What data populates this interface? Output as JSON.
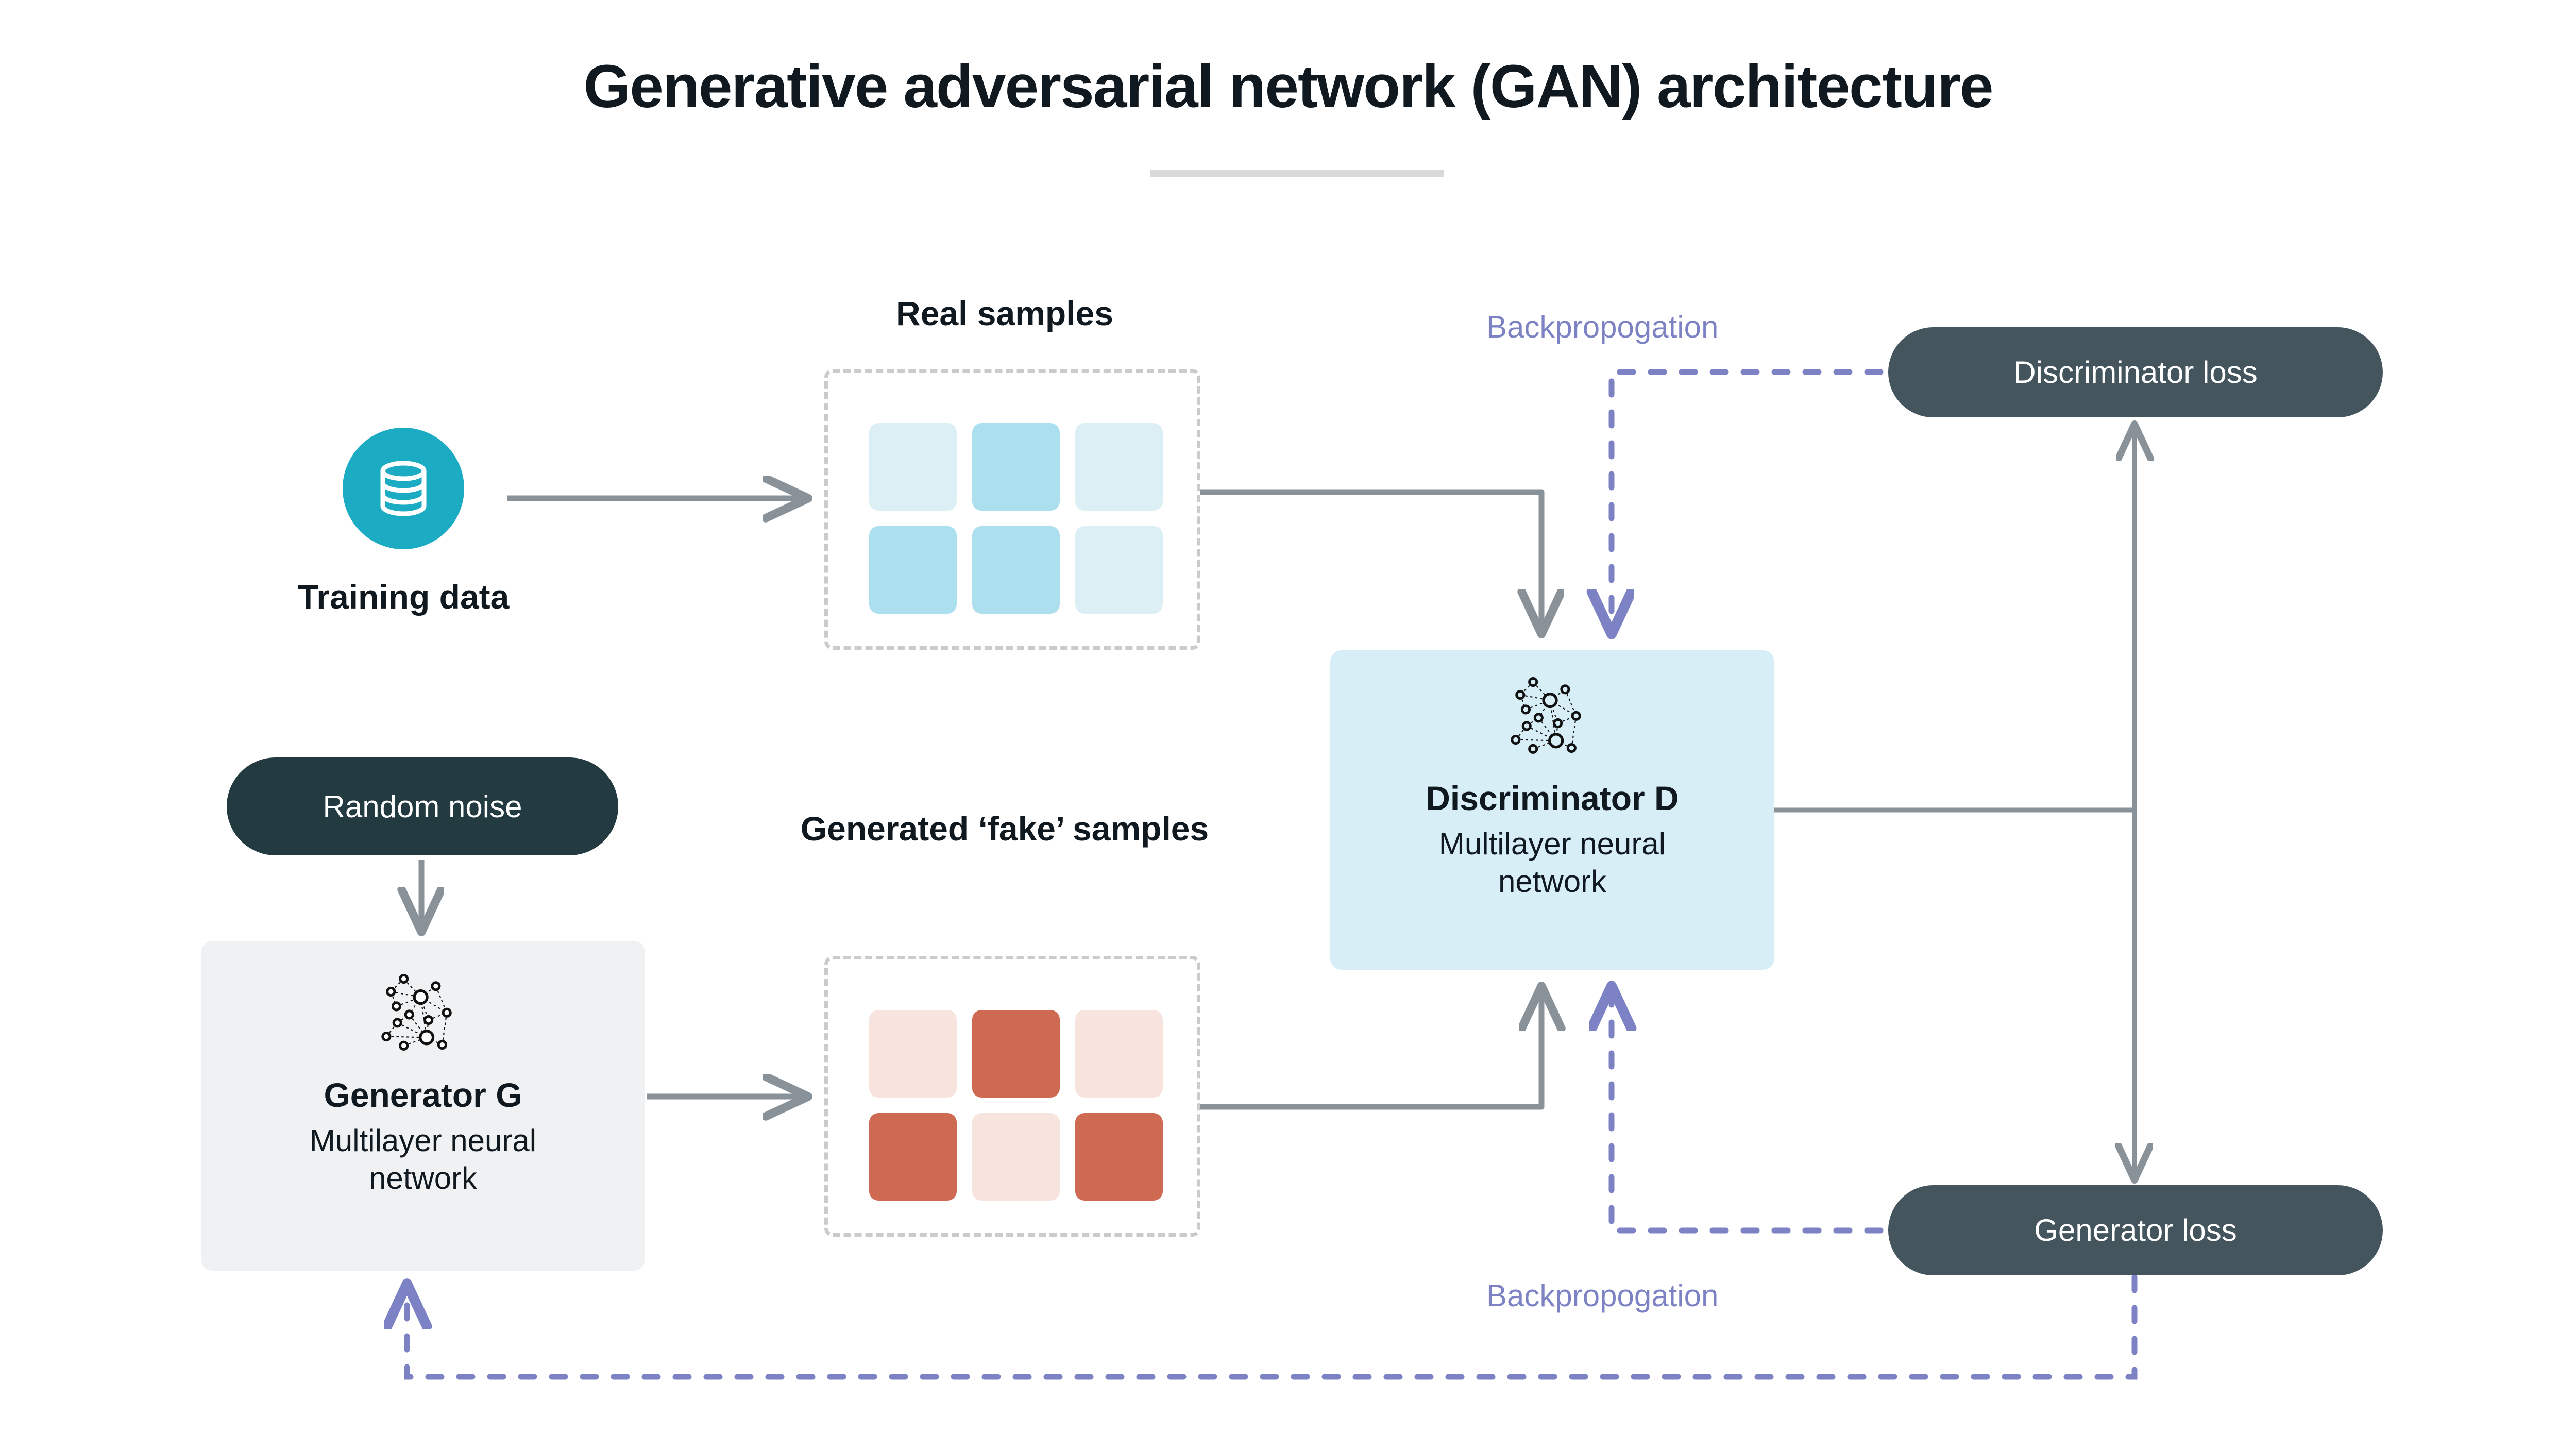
{
  "page": {
    "title": "Generative adversarial network (GAN) architecture",
    "background": "#ffffff"
  },
  "colors": {
    "teal_accent": "#1BABC3",
    "dark_pill": "#223A40",
    "slate_pill": "#44555E",
    "generator_box": "#EFF1F2",
    "discriminator_box": "#D7EEF7",
    "real_tile_light": "#DCEFF5",
    "real_tile_dark": "#ADE0EE",
    "fake_tile_light": "#F7E4DE",
    "fake_tile_dark": "#CE6A52",
    "arrow_gray": "#8A9299",
    "backprop_purple": "#7C82C4",
    "dashed_border": "#c9cbcd",
    "title_rule": "#d9d9d9"
  },
  "training_data": {
    "label": "Training data",
    "icon": "database-icon"
  },
  "random_noise": {
    "label": "Random noise"
  },
  "generator": {
    "title": "Generator G",
    "subtitle": "Multilayer neural network",
    "icon": "neural-network-icon"
  },
  "discriminator": {
    "title": "Discriminator D",
    "subtitle": "Multilayer neural network",
    "icon": "neural-network-icon"
  },
  "real_samples": {
    "caption": "Real samples",
    "tiles": [
      "#DCEFF5",
      "#ADE0EE",
      "#DCEFF5",
      "#ADE0EE",
      "#ADE0EE",
      "#DCEFF5"
    ]
  },
  "fake_samples": {
    "caption": "Generated ‘fake’ samples",
    "tiles": [
      "#F7E4DE",
      "#CE6A52",
      "#F7E4DE",
      "#CE6A52",
      "#F7E4DE",
      "#CE6A52"
    ]
  },
  "losses": {
    "discriminator_loss": "Discriminator loss",
    "generator_loss": "Generator loss"
  },
  "backpropagation": {
    "top_label": "Backpropogation",
    "bottom_label": "Backpropogation"
  }
}
